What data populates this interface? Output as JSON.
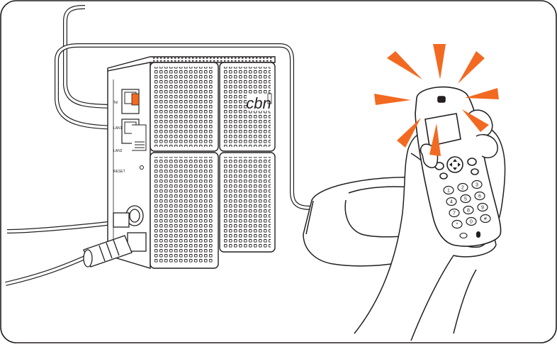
{
  "router": {
    "logo_text": "cbn",
    "port_labels": {
      "phone": "Tel",
      "lan1": "LAN1",
      "lan2": "LAN2",
      "reset": "RESET"
    }
  },
  "handset": {
    "display_text": "",
    "state": "ringing",
    "keypad": [
      "1",
      "2",
      "3",
      "4",
      "5",
      "6",
      "7",
      "8",
      "9",
      "*",
      "0",
      "#"
    ]
  },
  "colors": {
    "outline": "#231f20",
    "ring_rays": "#f26a21",
    "background": "#ffffff"
  },
  "icons": {
    "ring_indicator": "ring-rays-icon",
    "router_grille": "ventilation-grille-icon"
  }
}
